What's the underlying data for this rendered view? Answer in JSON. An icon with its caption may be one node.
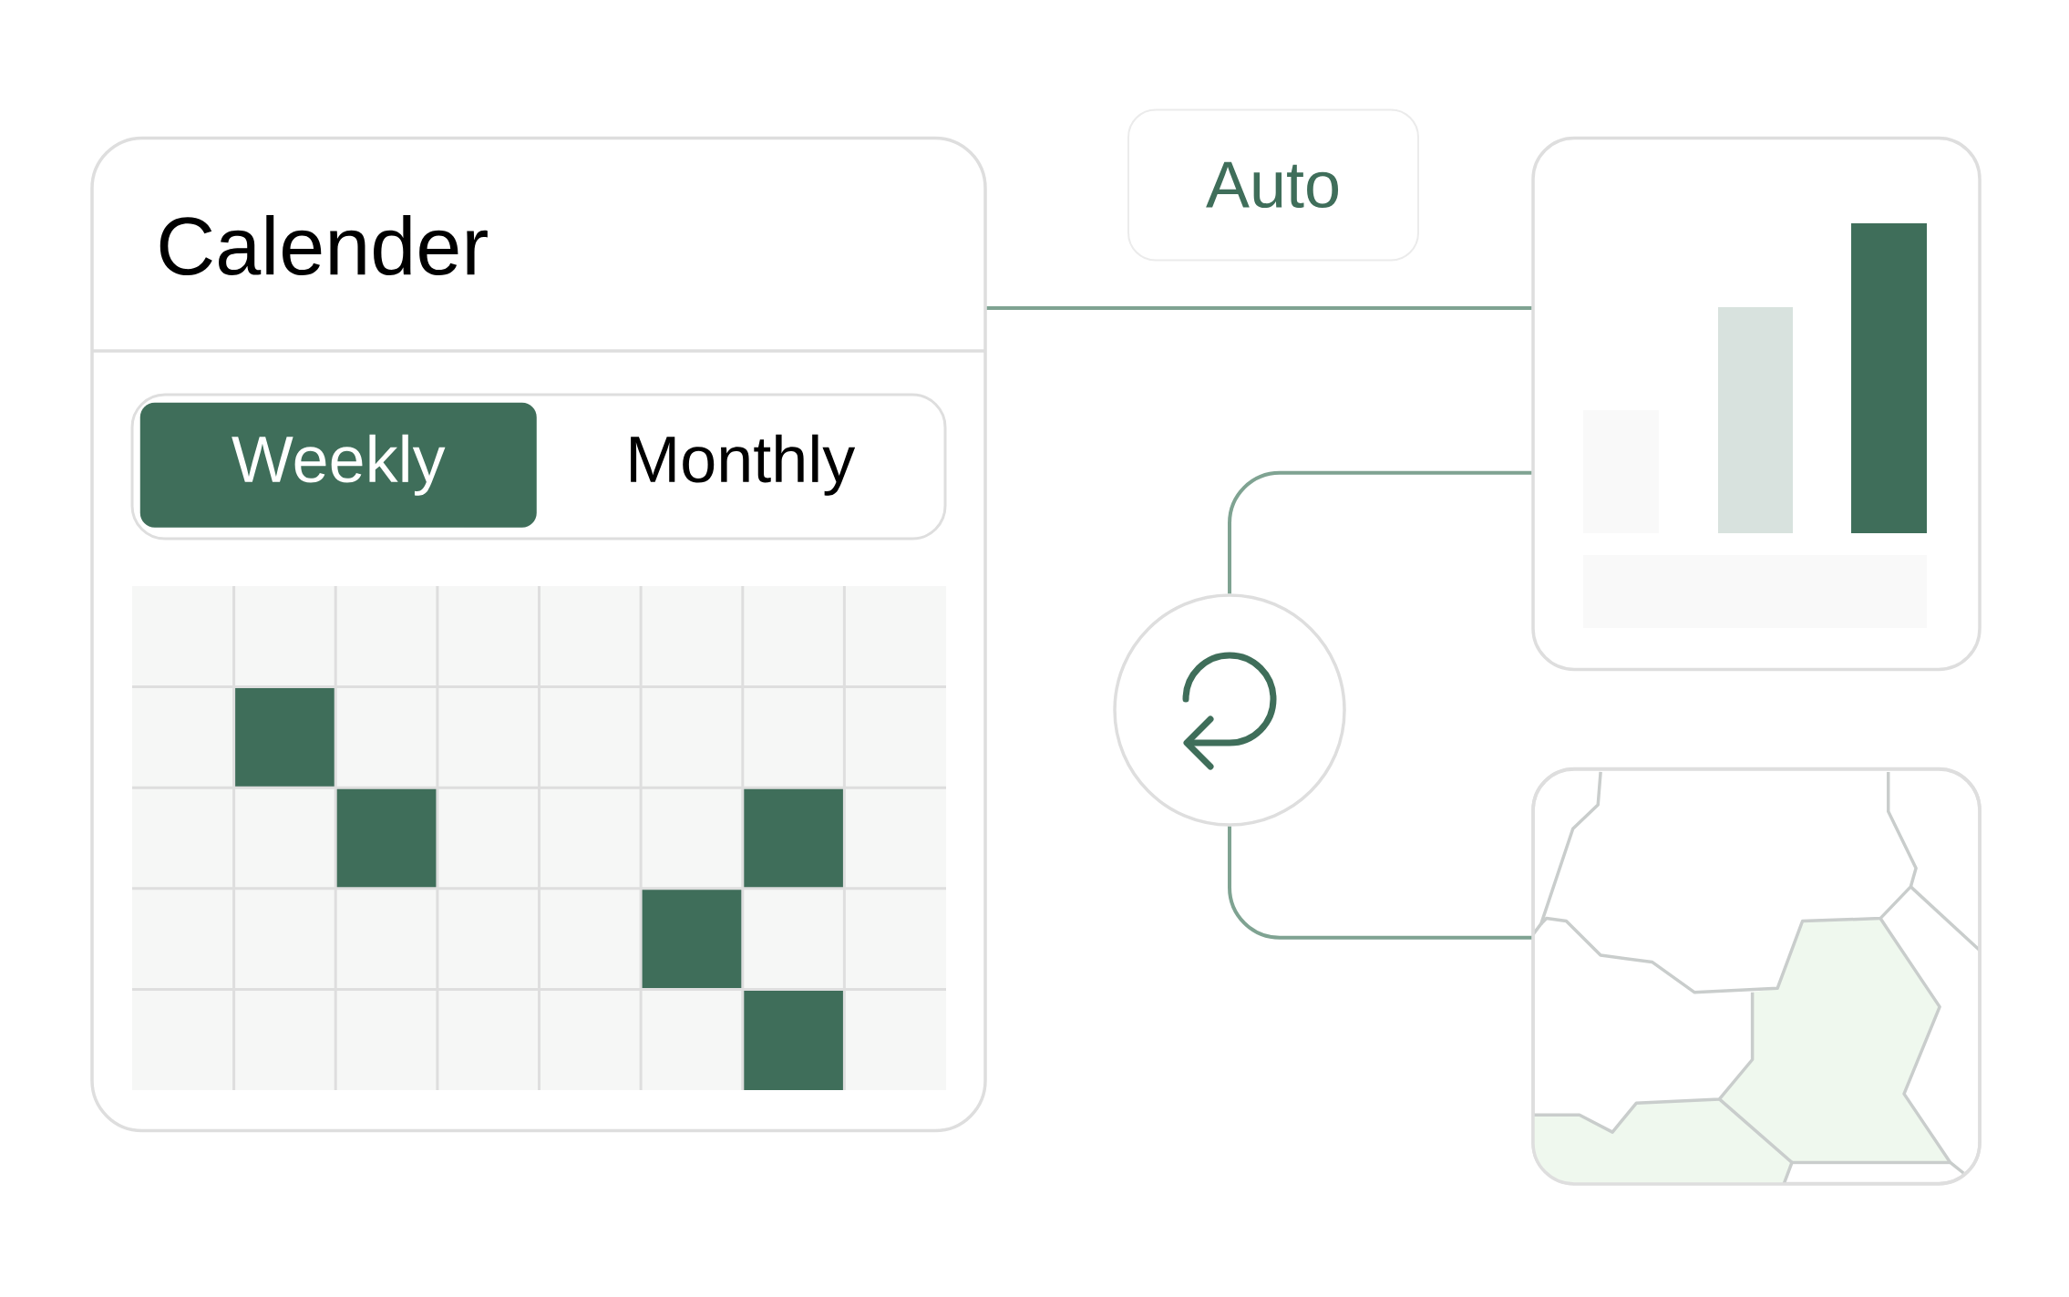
{
  "diagram": {
    "nodes": [
      {
        "text": [
          "Calender"
        ]
      },
      {
        "text": [
          "Weekly"
        ],
        "in": 0
      },
      {
        "text": [
          "Monthly"
        ],
        "in": 0
      },
      {
        "text": [
          "Auto"
        ]
      },
      {
        "text": [],
        "shape": "box"
      },
      {
        "text": [],
        "shape": "circle"
      },
      {
        "text": [],
        "shape": "box"
      }
    ],
    "edges": [
      {
        "from": 0,
        "to": 4,
        "arrow": "none"
      },
      {
        "from": 5,
        "to": 4,
        "arrow": "none"
      },
      {
        "from": 5,
        "to": 6,
        "arrow": "none"
      }
    ]
  }
}
